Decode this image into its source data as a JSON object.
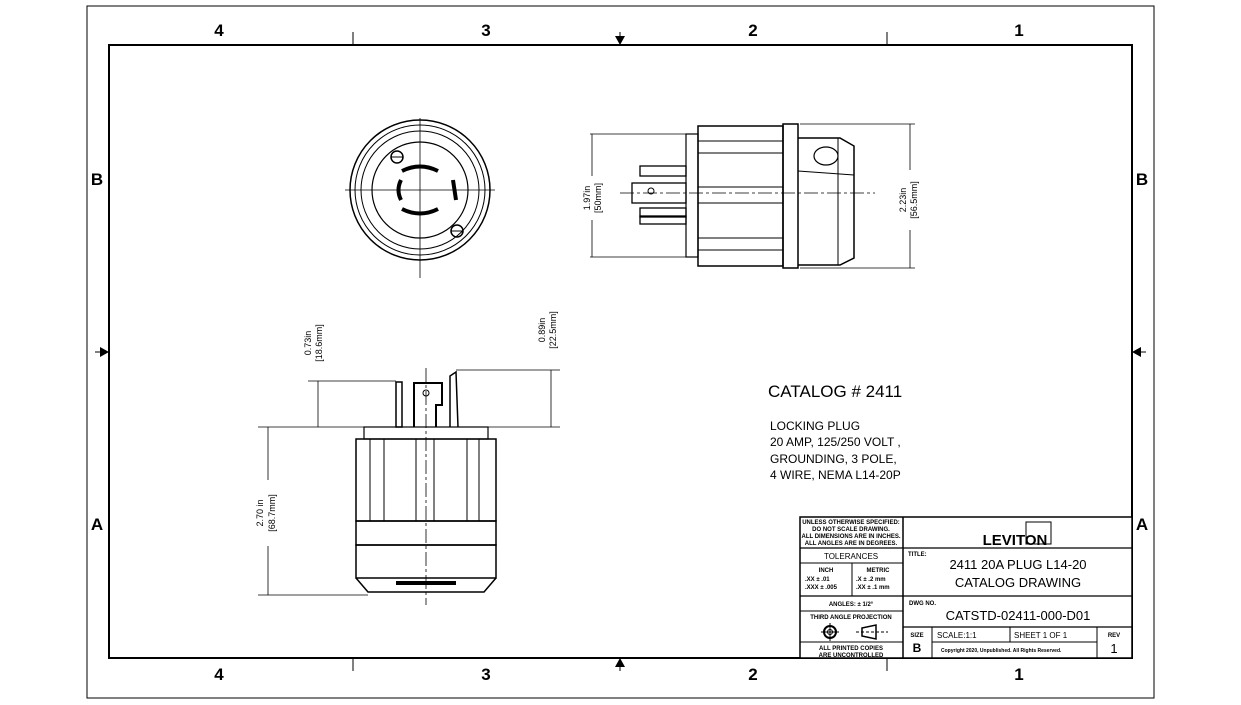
{
  "sheet": {
    "zones_top": [
      "4",
      "3",
      "2",
      "1"
    ],
    "zones_bottom": [
      "4",
      "3",
      "2",
      "1"
    ],
    "zones_left": [
      "B",
      "A"
    ],
    "zones_right": [
      "B",
      "A"
    ]
  },
  "dimensions": {
    "side_height": {
      "in": "1.97in",
      "mm": "[50mm]"
    },
    "side_overall": {
      "in": "2.23in",
      "mm": "[56.5mm]"
    },
    "pin_short": {
      "in": "0.73in",
      "mm": "[18.6mm]"
    },
    "pin_long": {
      "in": "0.89in",
      "mm": "[22.5mm]"
    },
    "body_length": {
      "in": "2.70 in",
      "mm": "[68.7mm]"
    }
  },
  "catalog": {
    "number": "CATALOG # 2411",
    "description": [
      "LOCKING PLUG",
      "20 AMP, 125/250 VOLT ,",
      "GROUNDING, 3 POLE,",
      "4 WIRE, NEMA L14-20P"
    ]
  },
  "title_block": {
    "notes": [
      "UNLESS OTHERWISE SPECIFIED:",
      "DO NOT SCALE DRAWING.",
      "ALL DIMENSIONS ARE IN INCHES.",
      "ALL ANGLES ARE IN DEGREES."
    ],
    "tolerances_label": "TOLERANCES",
    "inch_label": "INCH",
    "inch_values": [
      ".XX  ± .01",
      ".XXX  ± .005"
    ],
    "metric_label": "METRIC",
    "metric_values": [
      ".X  ± .2 mm",
      ".XX  ± .1 mm"
    ],
    "angles": "ANGLES: ± 1/2°",
    "projection": "THIRD ANGLE PROJECTION",
    "printed_copies": [
      "ALL PRINTED COPIES",
      "ARE UNCONTROLLED"
    ],
    "logo": "LEVITON",
    "title_label": "TITLE:",
    "title_lines": [
      "2411 20A PLUG L14-20",
      "CATALOG DRAWING"
    ],
    "dwg_no_label": "DWG NO.",
    "dwg_no": "CATSTD-02411-000-D01",
    "size_label": "SIZE",
    "size": "B",
    "scale": "SCALE:1:1",
    "sheet": "SHEET 1 OF 1",
    "rev_label": "REV",
    "rev": "1",
    "copyright": "Copyright 2020, Unpublished. All Rights Reserved."
  }
}
